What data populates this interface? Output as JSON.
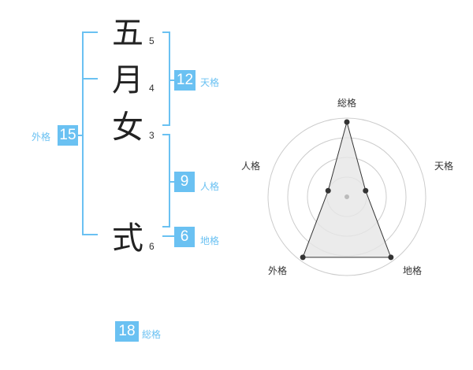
{
  "name_chars": [
    {
      "char": "五",
      "strokes": "5"
    },
    {
      "char": "月",
      "strokes": "4"
    },
    {
      "char": "女",
      "strokes": "3"
    },
    {
      "char": "式",
      "strokes": "6"
    }
  ],
  "fortunes": {
    "tenkaku": {
      "value": "12",
      "label": "天格"
    },
    "jinkaku": {
      "value": "9",
      "label": "人格"
    },
    "chikaku": {
      "value": "6",
      "label": "地格"
    },
    "gaikaku": {
      "value": "15",
      "label": "外格"
    },
    "soukaku": {
      "value": "18",
      "label": "総格"
    }
  },
  "radar": {
    "axes": [
      "総格",
      "天格",
      "地格",
      "外格",
      "人格"
    ],
    "values": [
      0.95,
      0.25,
      0.95,
      0.95,
      0.25
    ],
    "rings": 4,
    "colors": {
      "ring": "#cccccc",
      "fill": "#e6e6e6",
      "line": "#333333",
      "dot": "#333333",
      "center": "#bbbbbb"
    }
  }
}
